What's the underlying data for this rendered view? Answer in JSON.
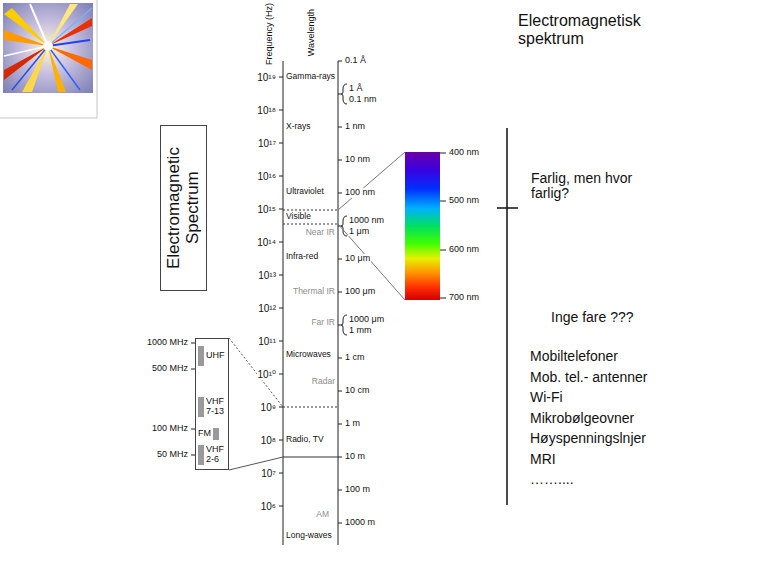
{
  "diagram": {
    "title": "Electromagnetisk spektrum",
    "nodes": [
      {
        "text": [
          "Electromagnetic Spectrum"
        ]
      },
      {
        "text": [
          "UHF",
          "VHF 7-13",
          "FM",
          "VHF 2-6"
        ]
      }
    ],
    "labels": [
      "Frequency (Hz)",
      "Wavelength",
      "10¹⁹",
      "Gamma-rays",
      "0.1 Å",
      "1 Å",
      "0.1 nm",
      "10¹⁸",
      "X-rays",
      "1 nm",
      "10¹⁷",
      "10 nm",
      "10¹⁶",
      "Ultraviolet",
      "100 nm",
      "10¹⁵",
      "Visible",
      "1000 nm",
      "Near IR",
      "1 μm",
      "10¹⁴",
      "Infra-red",
      "10 μm",
      "10¹³",
      "100 μm",
      "Thermal IR",
      "10¹²",
      "1000 μm",
      "Far IR",
      "1 mm",
      "10¹¹",
      "Microwaves",
      "1 cm",
      "10¹⁰",
      "Radar",
      "10 cm",
      "10⁹",
      "1 m",
      "10⁸",
      "Radio, TV",
      "10 m",
      "10⁷",
      "100 m",
      "10⁶",
      "AM",
      "1000 m",
      "Long-waves",
      "1000 MHz",
      "500 MHz",
      "100 MHz",
      "50 MHz",
      "400 nm",
      "500 nm",
      "600 nm",
      "700 nm",
      "Farlig, men hvor farlig?",
      "Inge fare ???",
      "Mobiltelefoner",
      "Mob. tel.- antenner",
      "Wi-Fi",
      "Mikrobølgeovner",
      "Høyspenningslnjer",
      "MRI",
      "……...."
    ]
  }
}
